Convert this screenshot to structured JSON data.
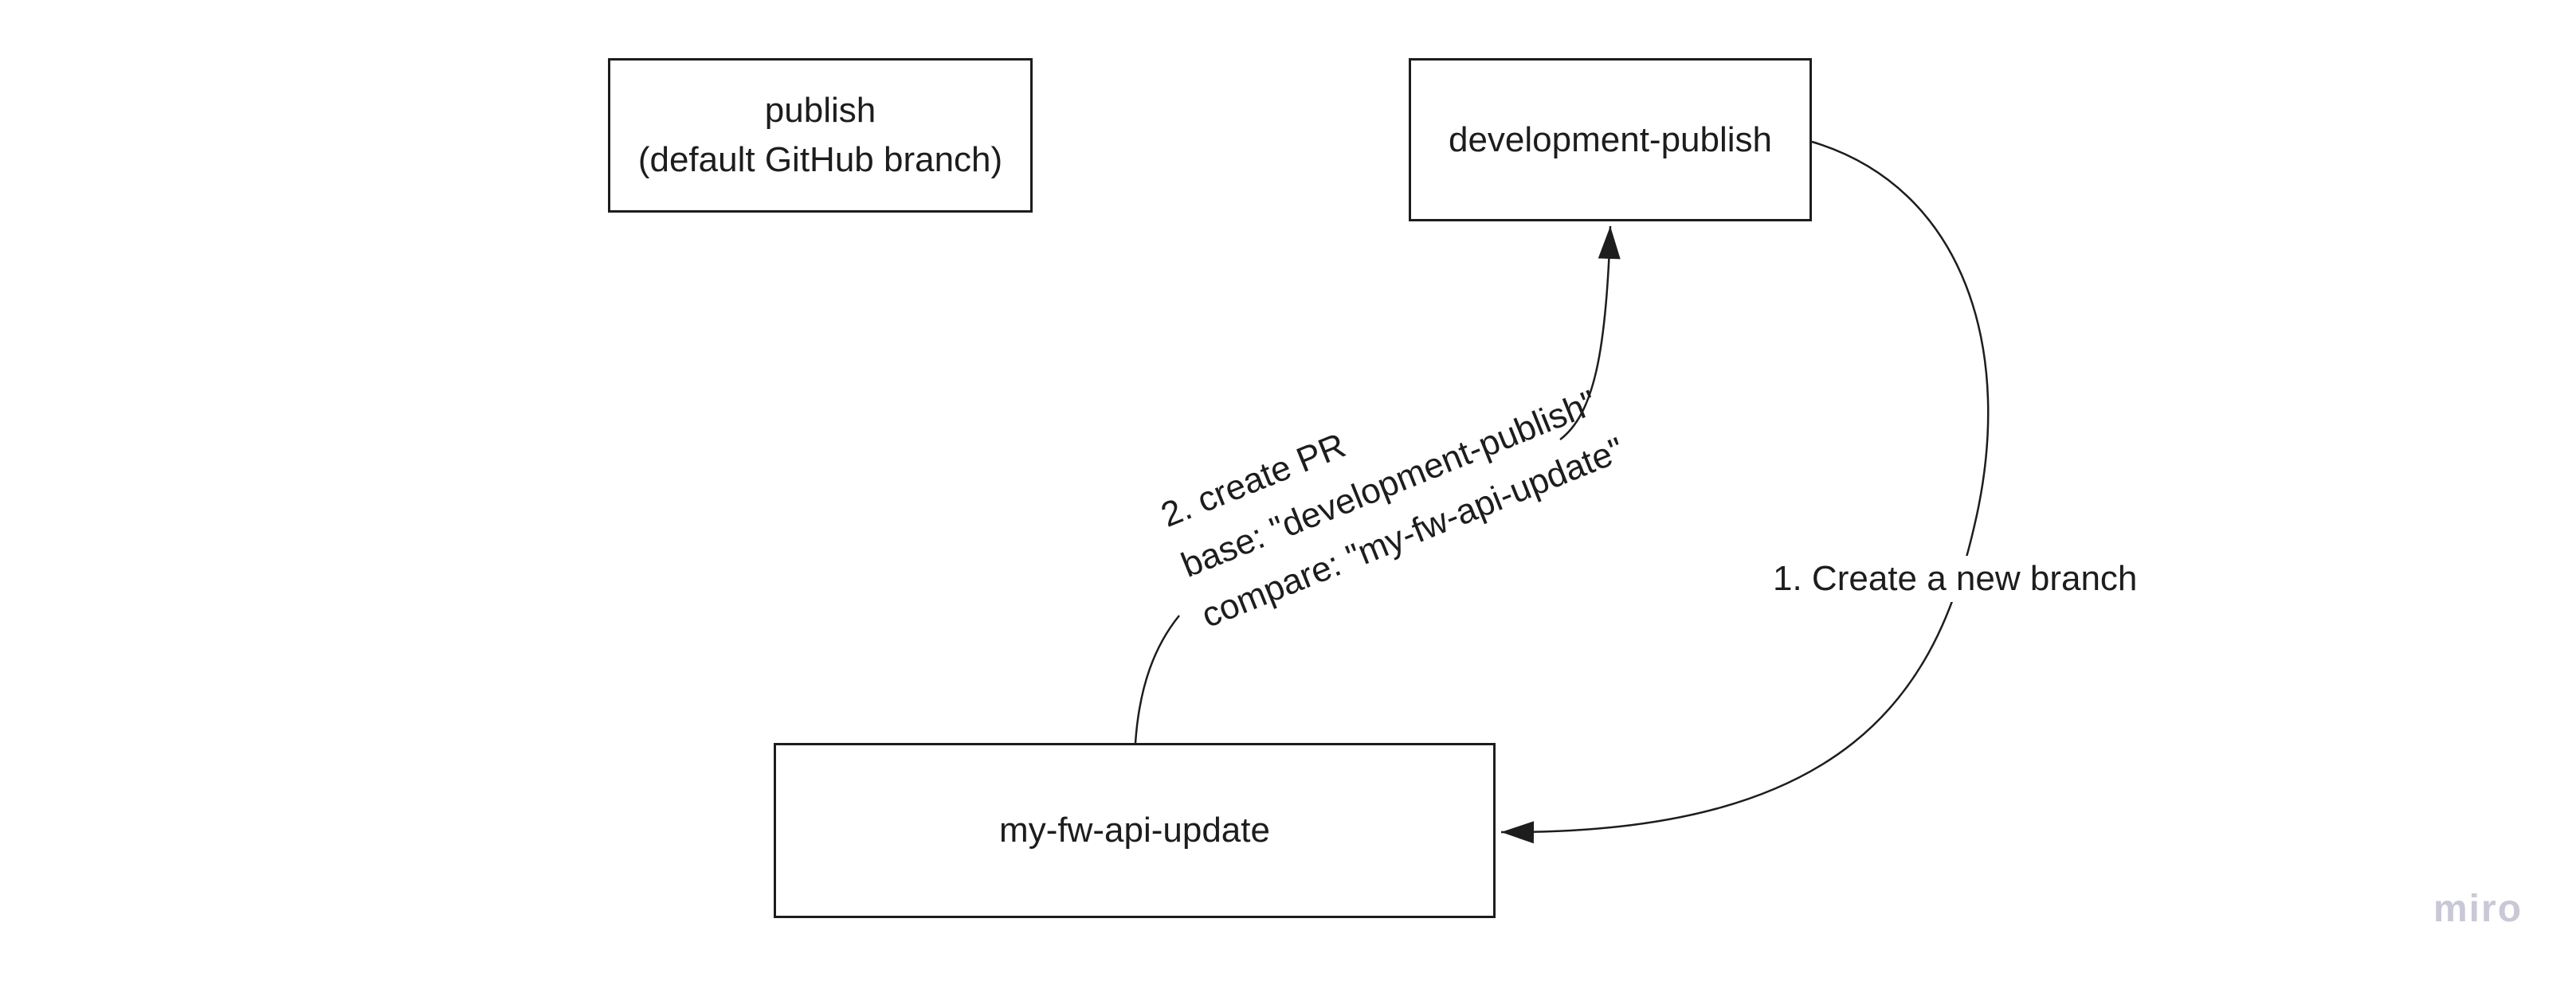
{
  "board": {
    "background": "#ffffff",
    "stroke_color": "#1d1d1d",
    "text_color": "#1d1d1d"
  },
  "boxes": {
    "publish": {
      "line1": "publish",
      "line2": "(default GitHub branch)"
    },
    "development_publish": {
      "label": "development-publish"
    },
    "my_fw_api_update": {
      "label": "my-fw-api-update"
    }
  },
  "annotations": {
    "create_branch": {
      "label": "1. Create a new branch"
    },
    "create_pr": {
      "line1": "2. create PR",
      "line2": "base: \"development-publish\"",
      "line3": "compare: \"my-fw-api-update\""
    }
  },
  "watermark": {
    "label": "miro",
    "color": "#c8c8d6"
  }
}
